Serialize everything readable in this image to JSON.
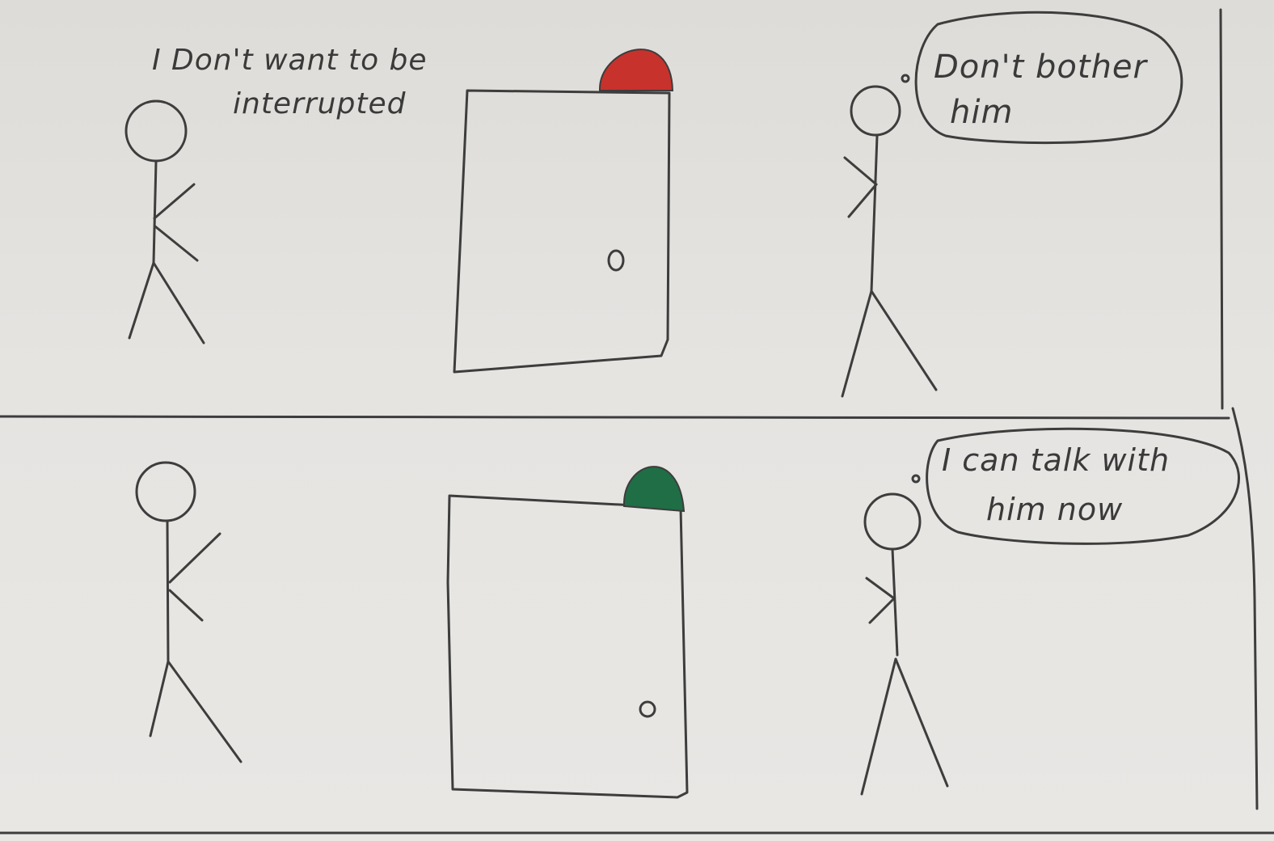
{
  "panels": [
    {
      "caption_line1": "I Don't want to be",
      "caption_line2": "interrupted",
      "bubble_line1": "Don't bother",
      "bubble_line2": "him",
      "light_color": "#c8322c",
      "light_state": "red"
    },
    {
      "bubble_line1": "I can talk with",
      "bubble_line2": "him now",
      "light_color": "#1f6e45",
      "light_state": "green"
    }
  ],
  "colors": {
    "paper": "#e6e4e1",
    "ink": "#3d3d3d",
    "backdrop": "#8a8780"
  }
}
